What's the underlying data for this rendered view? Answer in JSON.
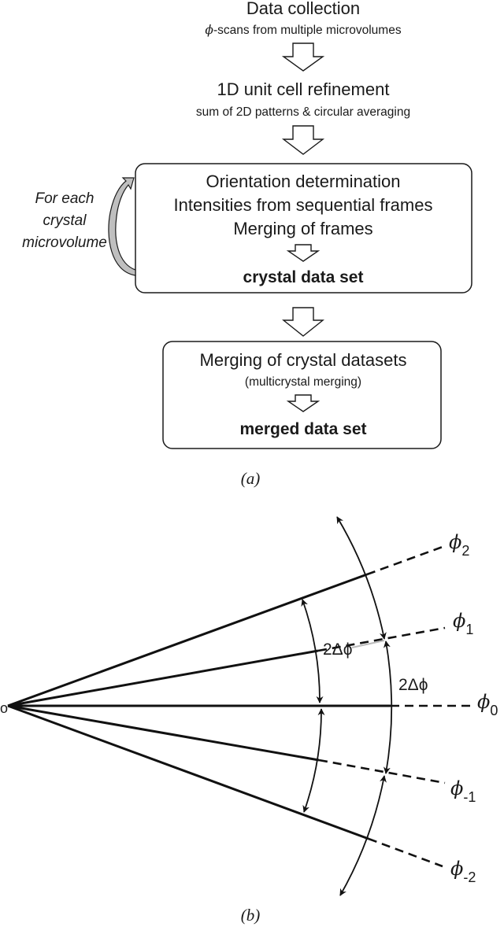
{
  "panel_a": {
    "step1": {
      "title": "Data collection",
      "subtitle_symbol": "ϕ",
      "subtitle_rest": "-scans from multiple microvolumes"
    },
    "step2": {
      "title": "1D unit cell refinement",
      "subtitle": "sum of 2D patterns & circular averaging"
    },
    "crystal_box": {
      "line1": "Orientation determination",
      "line2": "Intensities from sequential frames",
      "line3": "Merging of frames",
      "result": "crystal data set"
    },
    "loop_label": {
      "line1": "For each",
      "line2": "crystal",
      "line3": "microvolume"
    },
    "merge_box": {
      "line1": "Merging of crystal datasets",
      "line2": "(multicrystal merging)",
      "result": "merged data set"
    },
    "caption": "(a)"
  },
  "panel_b": {
    "origin_label": "o",
    "angle_label_inner": "2Δϕ",
    "angle_label_outer": "2Δϕ",
    "rays": [
      {
        "symbol": "ϕ",
        "sub": "2"
      },
      {
        "symbol": "ϕ",
        "sub": "1"
      },
      {
        "symbol": "ϕ",
        "sub": "0"
      },
      {
        "symbol": "ϕ",
        "sub": "-1"
      },
      {
        "symbol": "ϕ",
        "sub": "-2"
      }
    ],
    "caption": "(b)"
  }
}
